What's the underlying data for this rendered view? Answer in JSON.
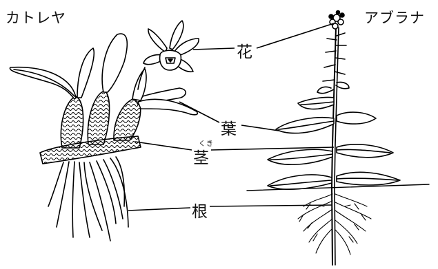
{
  "titles": {
    "left": "カトレヤ",
    "right": "アブラナ"
  },
  "labels": {
    "flower": "花",
    "leaf": "葉",
    "stem": "茎",
    "stem_reading": "くき",
    "root": "根"
  }
}
